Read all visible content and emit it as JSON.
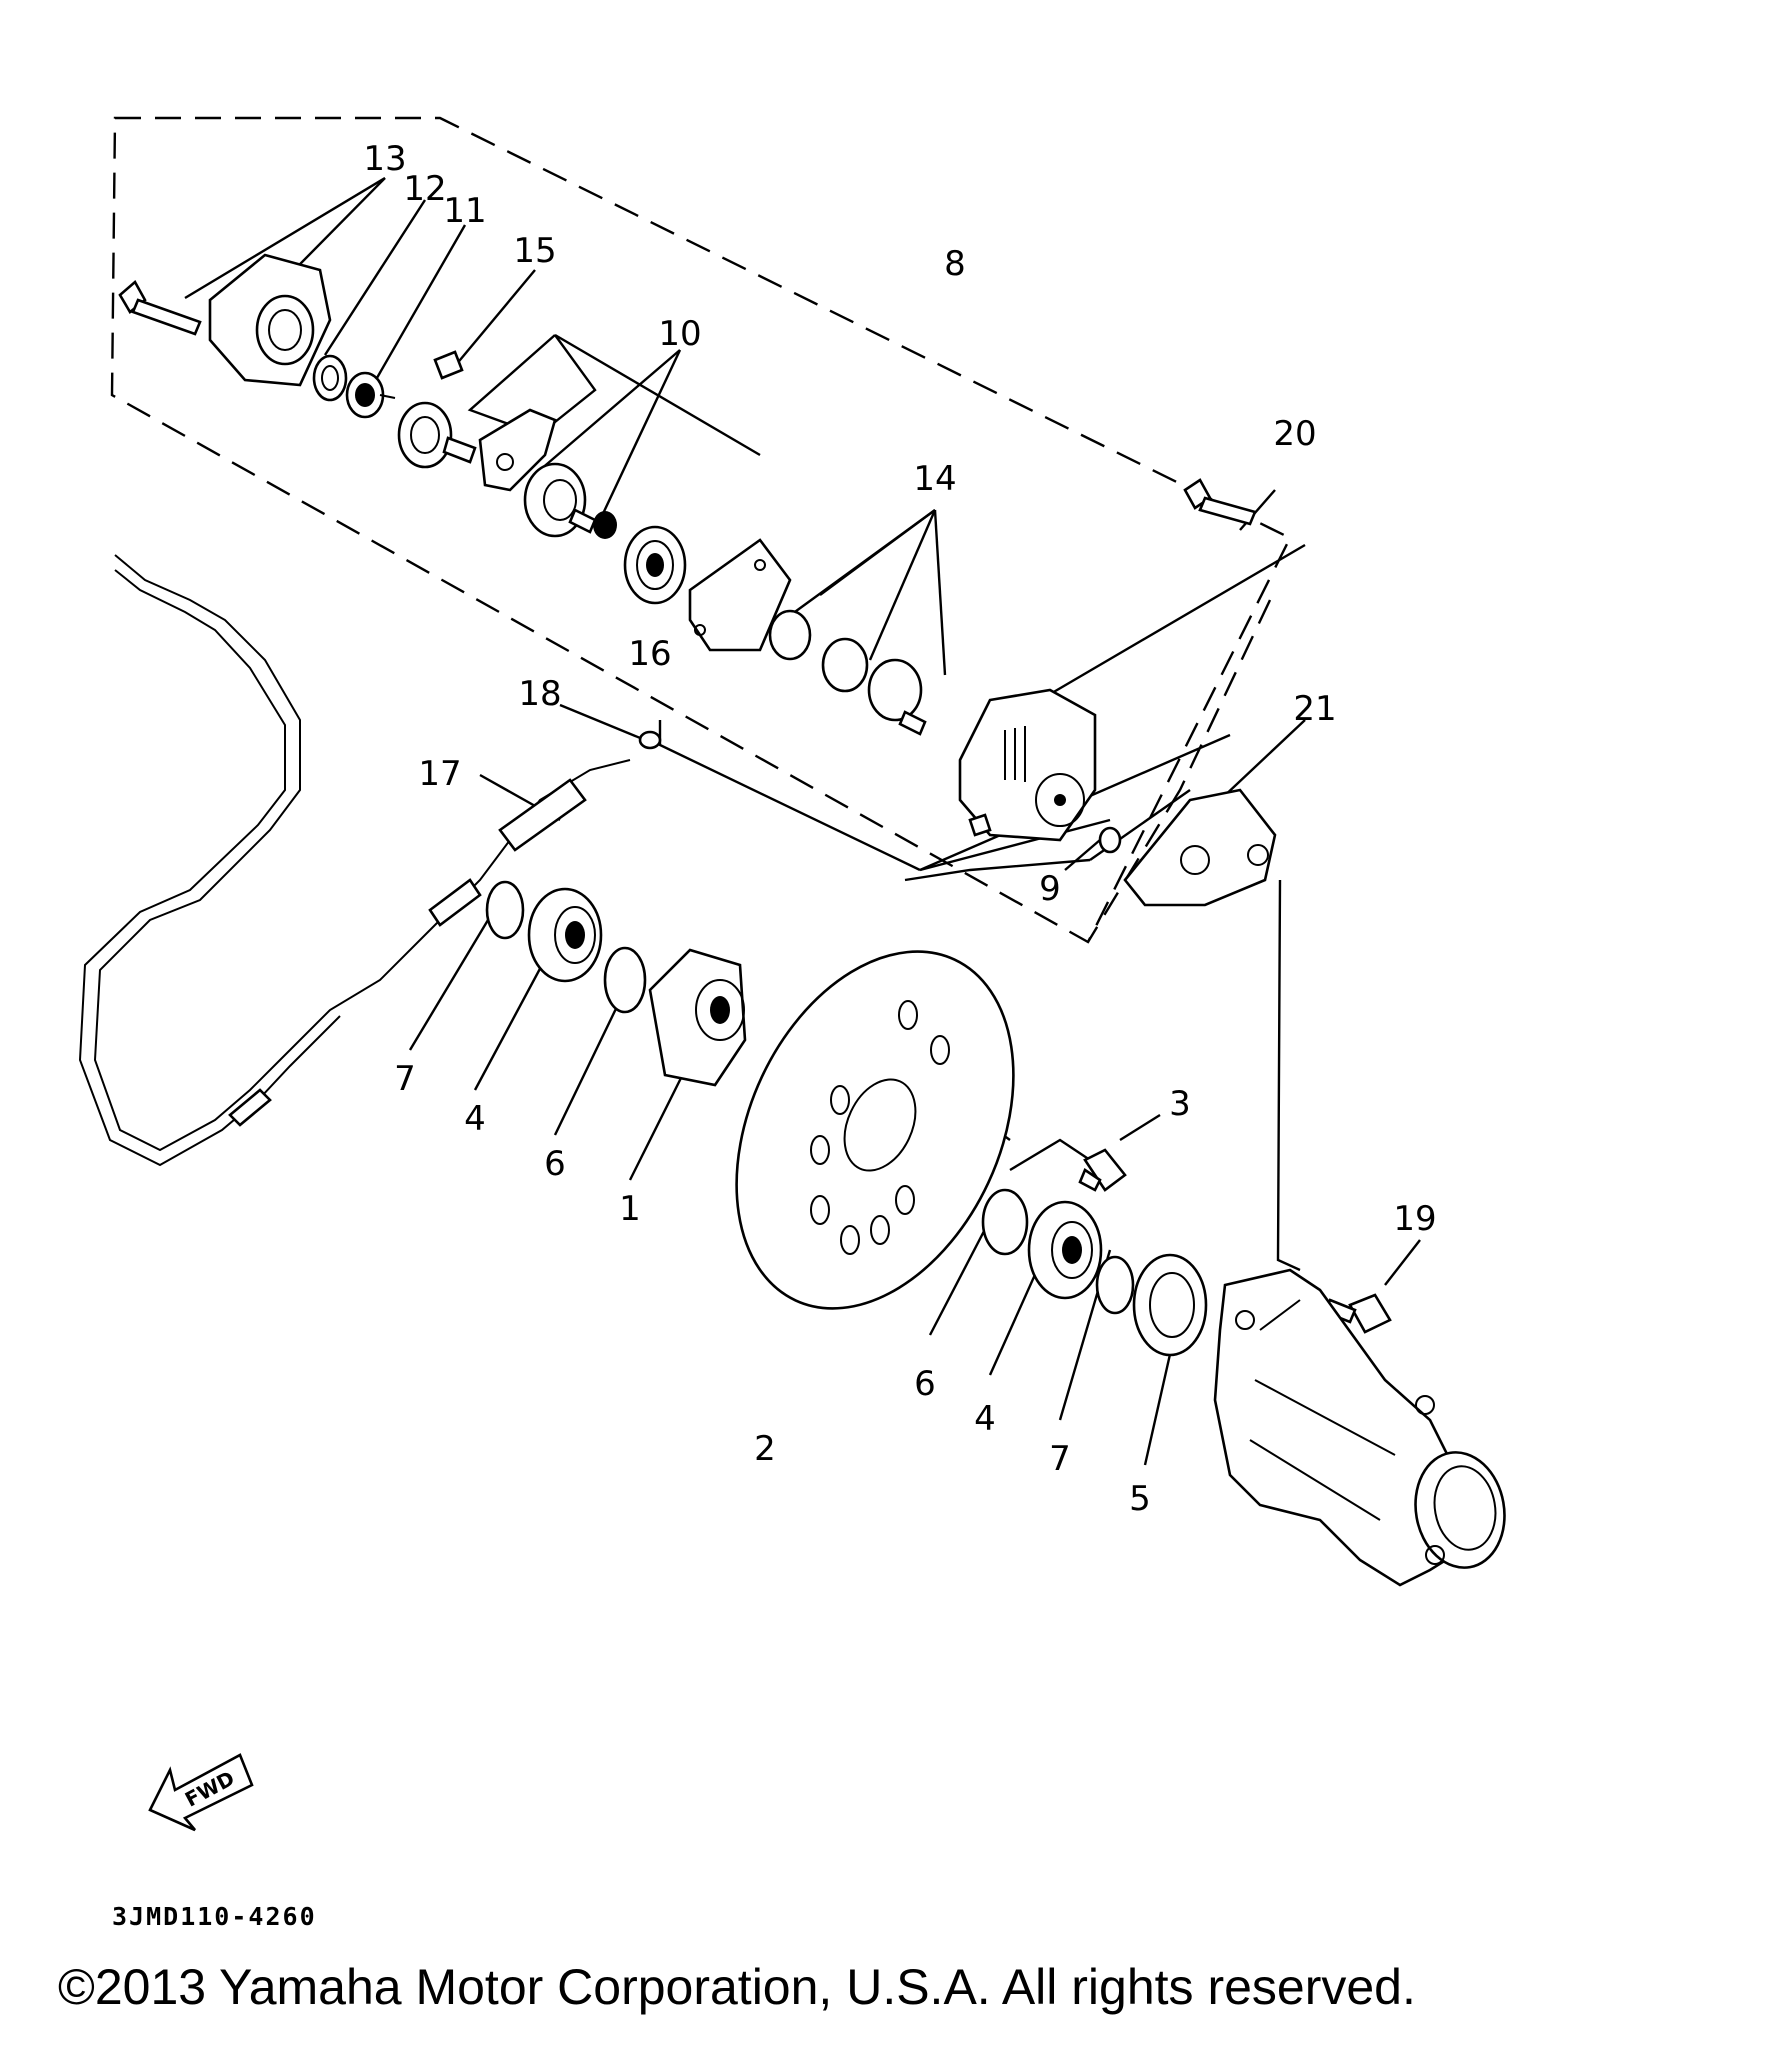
{
  "diagram": {
    "part_numbers": [
      "1",
      "2",
      "3",
      "4",
      "5",
      "6",
      "7",
      "8",
      "9",
      "10",
      "11",
      "12",
      "13",
      "14",
      "15",
      "16",
      "17",
      "18",
      "19",
      "20",
      "21"
    ],
    "duplicate_labels": {
      "4b": "4",
      "6b": "6",
      "7b": "7"
    },
    "fwd_label": "FWD",
    "diagram_code": "3JMD110-4260"
  },
  "footer": {
    "copyright": "©2013 Yamaha Motor Corporation, U.S.A. All rights reserved."
  }
}
